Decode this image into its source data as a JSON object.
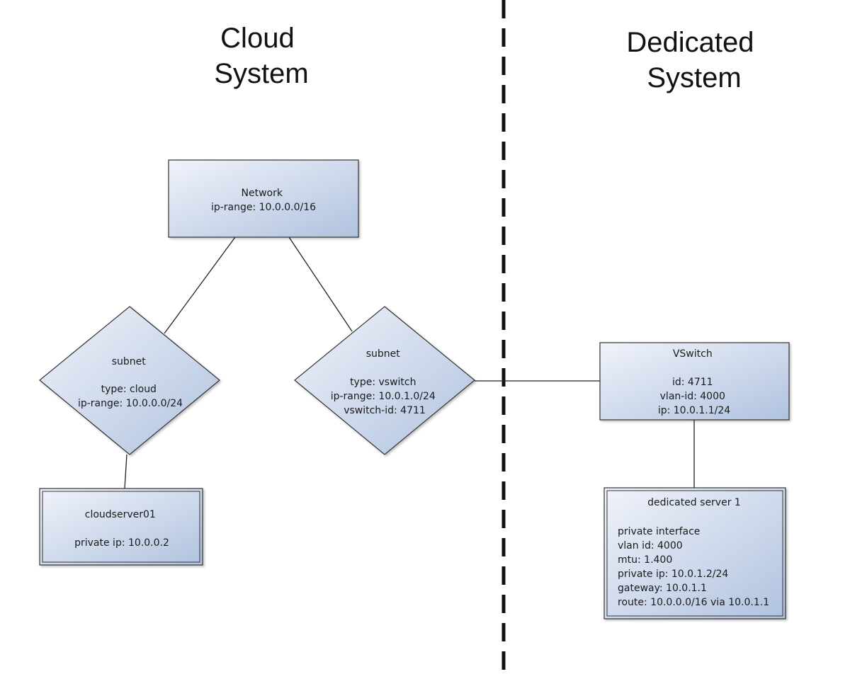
{
  "titles": {
    "cloud": [
      "Cloud",
      "System"
    ],
    "dedicated": [
      "Dedicated",
      "System"
    ]
  },
  "nodes": {
    "network": {
      "title": "Network",
      "lines": [
        "ip-range: 10.0.0.0/16"
      ]
    },
    "subnet_cloud": {
      "title": "subnet",
      "lines": [
        "type: cloud",
        "ip-range: 10.0.0.0/24"
      ]
    },
    "subnet_vswitch": {
      "title": "subnet",
      "lines": [
        "type: vswitch",
        "ip-range: 10.0.1.0/24",
        "vswitch-id: 4711"
      ]
    },
    "vswitch": {
      "title": "VSwitch",
      "lines": [
        "id: 4711",
        "vlan-id: 4000",
        "ip: 10.0.1.1/24"
      ]
    },
    "cloudserver": {
      "title": "cloudserver01",
      "lines": [
        "private ip: 10.0.0.2"
      ]
    },
    "dedicated_server": {
      "title": "dedicated server 1",
      "lines": [
        "private interface",
        "vlan id: 4000",
        "mtu: 1.400",
        "private ip: 10.0.1.2/24",
        "gateway: 10.0.1.1",
        "route: 10.0.0.0/16 via 10.0.1.1"
      ]
    }
  },
  "colors": {
    "fill_light": "#eef2fa",
    "fill_dark": "#b3c4e0",
    "stroke": "#333333",
    "divider": "#111111"
  }
}
